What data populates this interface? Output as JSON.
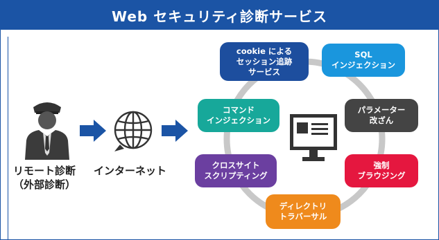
{
  "header": {
    "title": "Web セキュリティ診断サービス"
  },
  "left": {
    "remote_label_line1": "リモート診断",
    "remote_label_line2": "（外部診断）",
    "internet_label": "インターネット"
  },
  "attacks": {
    "cookie": {
      "line1": "cookie による",
      "line2": "セッション追跡",
      "line3": "サービス",
      "color": "#1d4e9e"
    },
    "sql": {
      "line1": "SQL",
      "line2": "インジェクション",
      "color": "#1a96dd"
    },
    "command": {
      "line1": "コマンド",
      "line2": "インジェクション",
      "color": "#17a89a"
    },
    "param": {
      "line1": "パラメーター",
      "line2": "改ざん",
      "color": "#444444"
    },
    "cross": {
      "line1": "クロスサイト",
      "line2": "スクリプティング",
      "color": "#6b3fa0"
    },
    "forced": {
      "line1": "強制",
      "line2": "ブラウジング",
      "color": "#e5173f"
    },
    "directory": {
      "line1": "ディレクトリ",
      "line2": "トラバーサル",
      "color": "#ef8a1c"
    }
  },
  "colors": {
    "brand_blue": "#1b54a5",
    "ring_gray": "#c8c8c8",
    "arrow_blue": "#1b54a5"
  }
}
